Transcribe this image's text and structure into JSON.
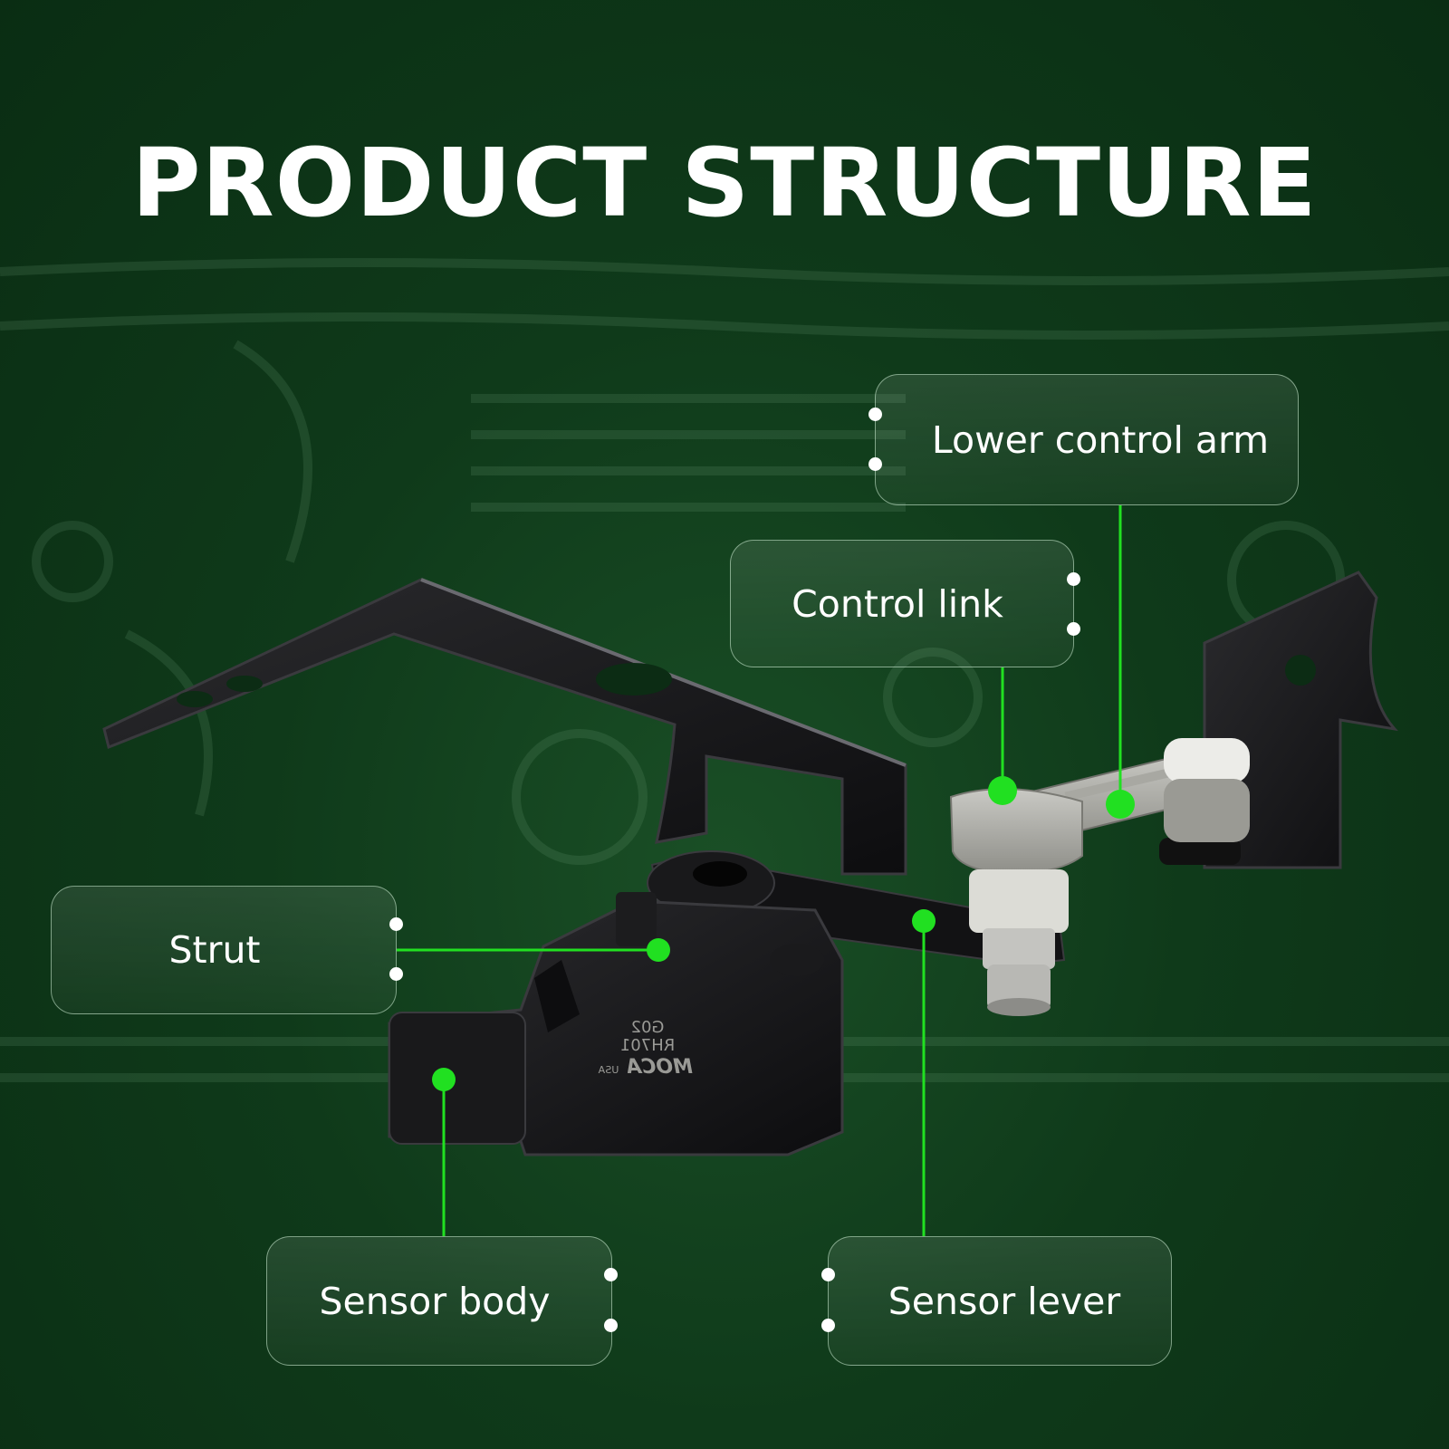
{
  "title": "PRODUCT STRUCTURE",
  "callouts": {
    "lower_control_arm": "Lower control arm",
    "control_link": "Control link",
    "strut": "Strut",
    "sensor_body": "Sensor body",
    "sensor_lever": "Sensor lever"
  },
  "product_marking": {
    "brand": "MOCA",
    "brand_suffix": "USA",
    "part_number": "RH701",
    "code": "G02"
  },
  "colors": {
    "background": "#0f3a1a",
    "accent": "#21e021",
    "text": "#ffffff"
  }
}
